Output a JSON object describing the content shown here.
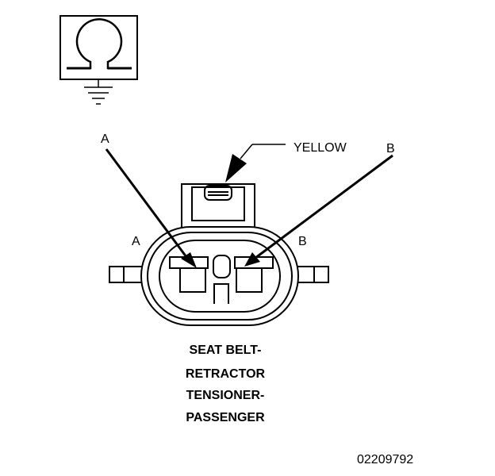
{
  "symbol": {
    "icon": "ohmmeter-icon",
    "ground": "ground-icon"
  },
  "pins": {
    "arrow_a_label": "A",
    "arrow_b_label": "B",
    "cavity_a_label": "A",
    "cavity_b_label": "B"
  },
  "wire": {
    "color_label": "YELLOW"
  },
  "caption": {
    "lines": [
      "SEAT BELT-",
      "RETRACTOR",
      "TENSIONER-",
      "PASSENGER"
    ]
  },
  "figure_number": "02209792"
}
